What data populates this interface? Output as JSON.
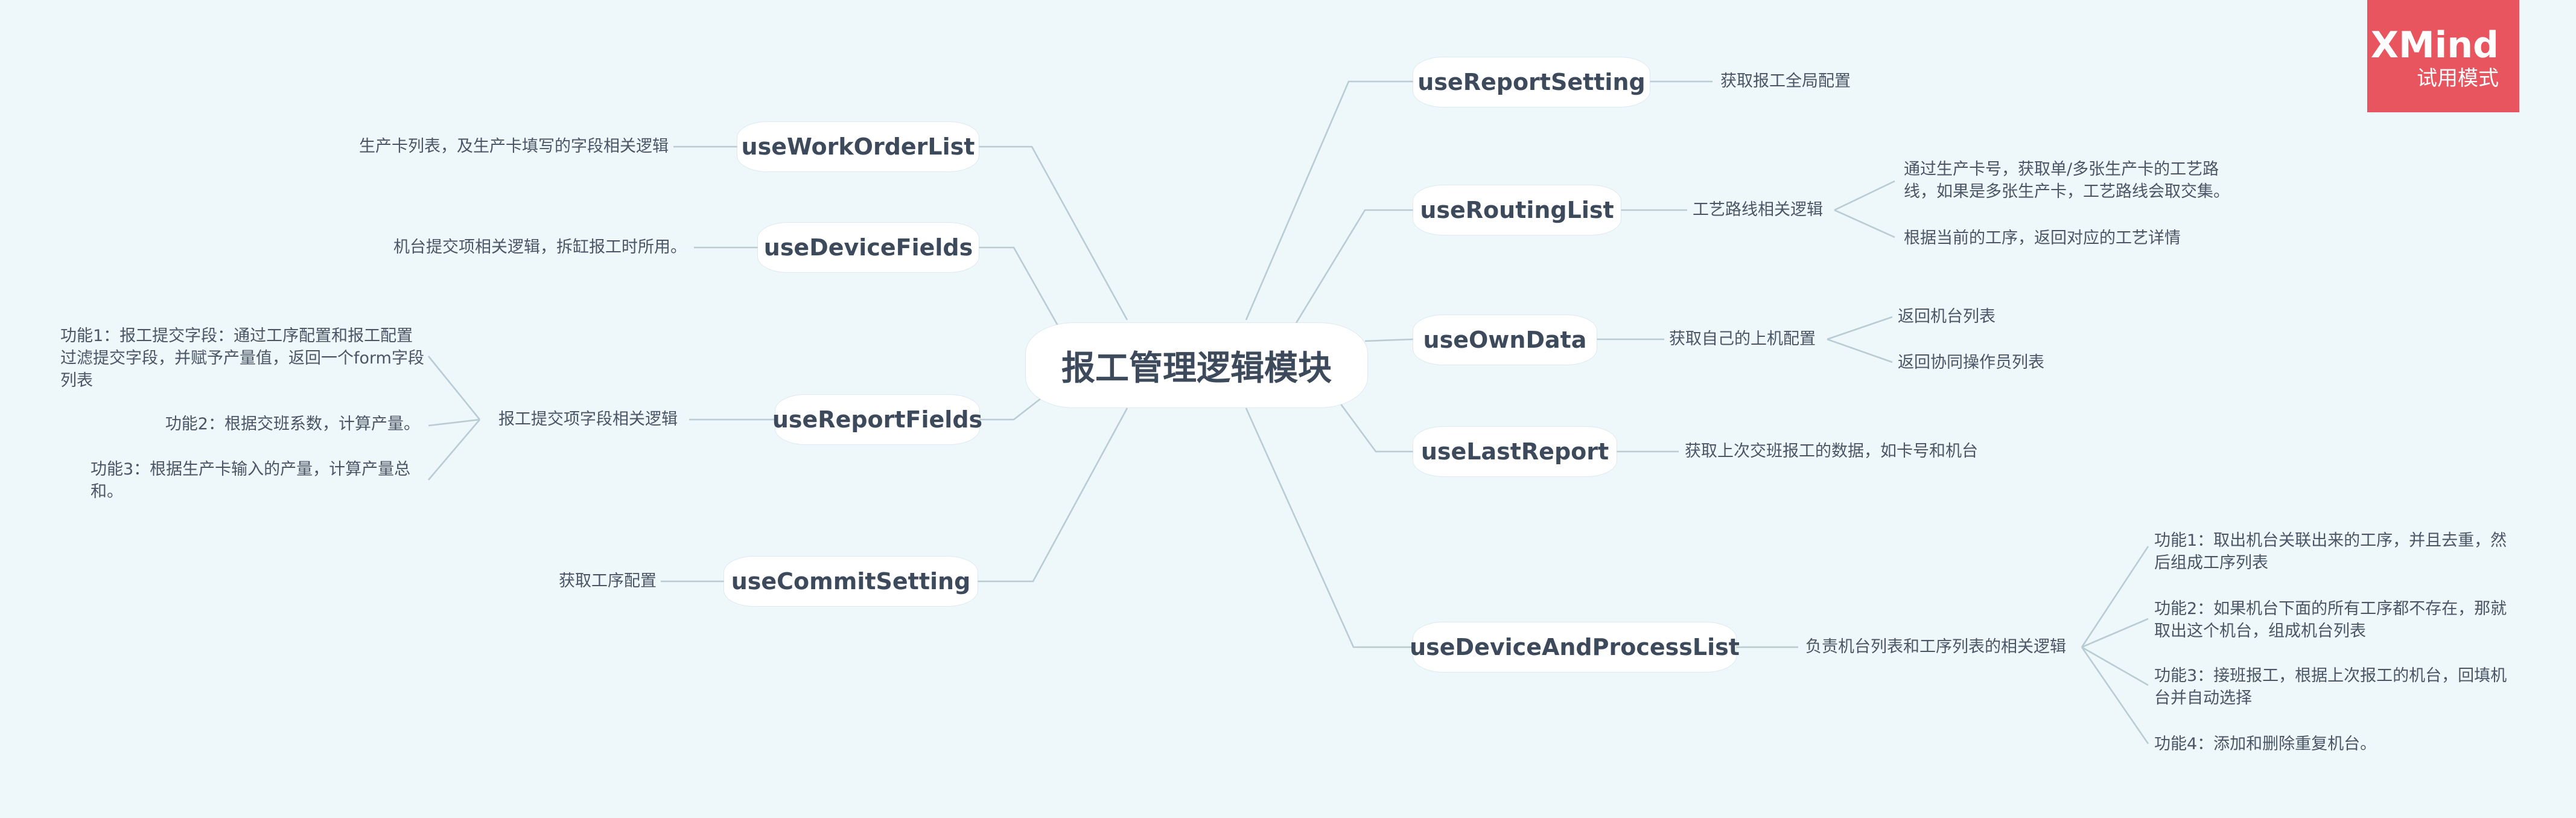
{
  "central": {
    "title": "报工管理逻辑模块"
  },
  "left_branches": [
    {
      "name": "useWorkOrderList",
      "notes": [
        "生产卡列表，及生产卡填写的字段相关逻辑"
      ]
    },
    {
      "name": "useDeviceFields",
      "notes": [
        "机台提交项相关逻辑，拆缸报工时所用。"
      ]
    },
    {
      "name": "useReportFields",
      "summary": "报工提交项字段相关逻辑",
      "notes": [
        "功能1：报工提交字段：通过工序配置和报工配置过滤提交字段，并赋予产量值，返回一个form字段列表",
        "功能2：根据交班系数，计算产量。",
        "功能3：根据生产卡输入的产量，计算产量总和。"
      ]
    },
    {
      "name": "useCommitSetting",
      "notes": [
        "获取工序配置"
      ]
    }
  ],
  "right_branches": [
    {
      "name": "useReportSetting",
      "summary": "获取报工全局配置"
    },
    {
      "name": "useRoutingList",
      "summary": "工艺路线相关逻辑",
      "notes": [
        "通过生产卡号，获取单/多张生产卡的工艺路线，如果是多张生产卡，工艺路线会取交集。",
        "根据当前的工序，返回对应的工艺详情"
      ]
    },
    {
      "name": "useOwnData",
      "summary": "获取自己的上机配置",
      "notes": [
        "返回机台列表",
        "返回协同操作员列表"
      ]
    },
    {
      "name": "useLastReport",
      "summary": "获取上次交班报工的数据，如卡号和机台"
    },
    {
      "name": "useDeviceAndProcessList",
      "summary": "负责机台列表和工序列表的相关逻辑",
      "notes": [
        "功能1：取出机台关联出来的工序，并且去重，然后组成工序列表",
        "功能2：如果机台下面的所有工序都不存在，那就取出这个机台，组成机台列表",
        "功能3：接班报工，根据上次报工的机台，回填机台并自动选择",
        "功能4：添加和删除重复机台。"
      ]
    }
  ],
  "watermark": {
    "brand": "XMind",
    "subtitle": "试用模式",
    "color": "#e8555f"
  },
  "colors": {
    "background": "#eef7fa",
    "connector": "#b9cbd3",
    "text": "#3d4a5c"
  }
}
